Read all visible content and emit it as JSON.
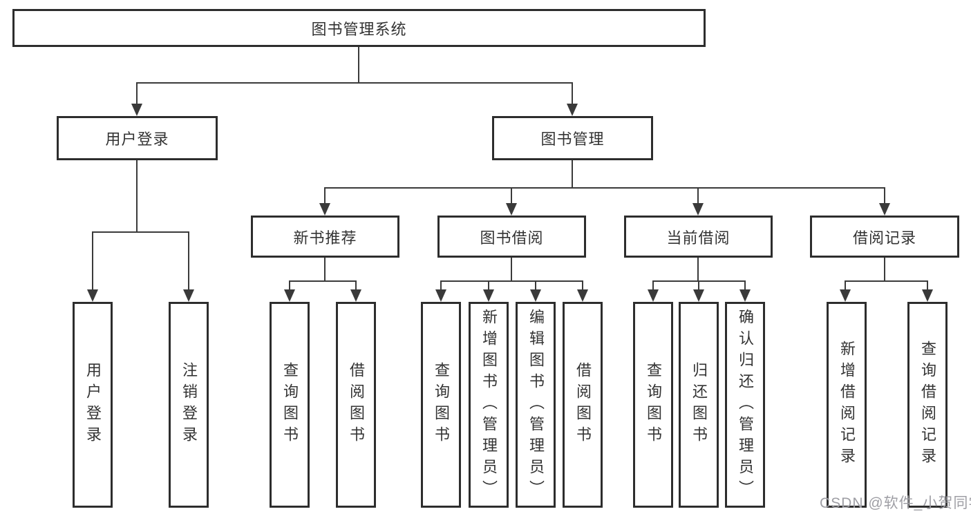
{
  "tree": {
    "label": "图书管理系统",
    "children": [
      {
        "label": "用户登录",
        "children": [
          {
            "label": "用户登录"
          },
          {
            "label": "注销登录"
          }
        ]
      },
      {
        "label": "图书管理",
        "children": [
          {
            "label": "新书推荐",
            "children": [
              {
                "label": "查询图书"
              },
              {
                "label": "借阅图书"
              }
            ]
          },
          {
            "label": "图书借阅",
            "children": [
              {
                "label": "查询图书"
              },
              {
                "label": "新增图书（管理员）"
              },
              {
                "label": "编辑图书（管理员）"
              },
              {
                "label": "借阅图书"
              }
            ]
          },
          {
            "label": "当前借阅",
            "children": [
              {
                "label": "查询图书"
              },
              {
                "label": "归还图书"
              },
              {
                "label": "确认归还（管理员）"
              }
            ]
          },
          {
            "label": "借阅记录",
            "children": [
              {
                "label": "新增借阅记录"
              },
              {
                "label": "查询借阅记录"
              }
            ]
          }
        ]
      }
    ]
  },
  "watermark": {
    "text": "CSDN @软件_小贺同学",
    "color": "#9e9ea4"
  },
  "colors": {
    "line": "#3a3a3a",
    "box_border": "#2d2d2d",
    "box_fill": "#ffffff",
    "text": "#333333",
    "background": "#ffffff"
  }
}
